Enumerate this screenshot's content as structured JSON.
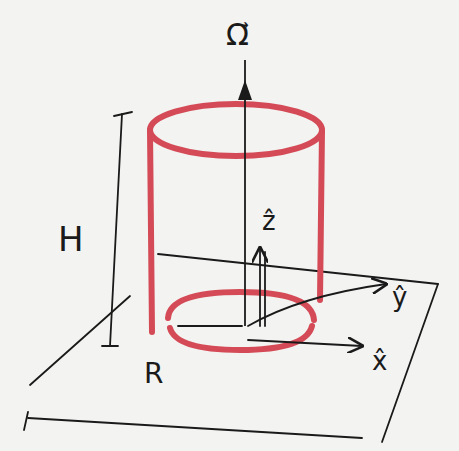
{
  "diagram": {
    "labels": [
      "Ω⃗",
      "ẑ",
      "ŷ",
      "x̂",
      "H",
      "R"
    ]
  }
}
